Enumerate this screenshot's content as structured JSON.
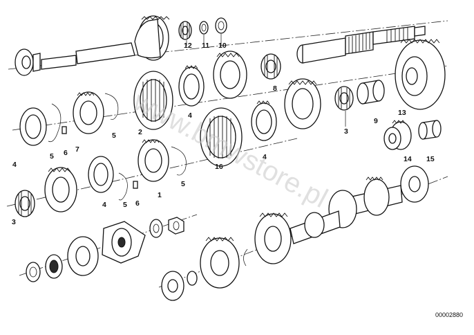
{
  "callouts": {
    "c12": "12",
    "c11": "11",
    "c10": "10",
    "c8": "8",
    "c2": "2",
    "c4a": "4",
    "c4b": "4",
    "c4c": "4",
    "c4d": "4",
    "c5a": "5",
    "c5b": "5",
    "c5c": "5",
    "c5d": "5",
    "c6a": "6",
    "c6b": "6",
    "c7": "7",
    "c3a": "3",
    "c3b": "3",
    "c9": "9",
    "c13": "13",
    "c14": "14",
    "c15": "15",
    "c16": "16",
    "c1": "1"
  },
  "watermark": "www.bmwstore.pl",
  "doc_number": "00002880",
  "colors": {
    "line": "#111111",
    "watermark": "#c8c8c8"
  }
}
